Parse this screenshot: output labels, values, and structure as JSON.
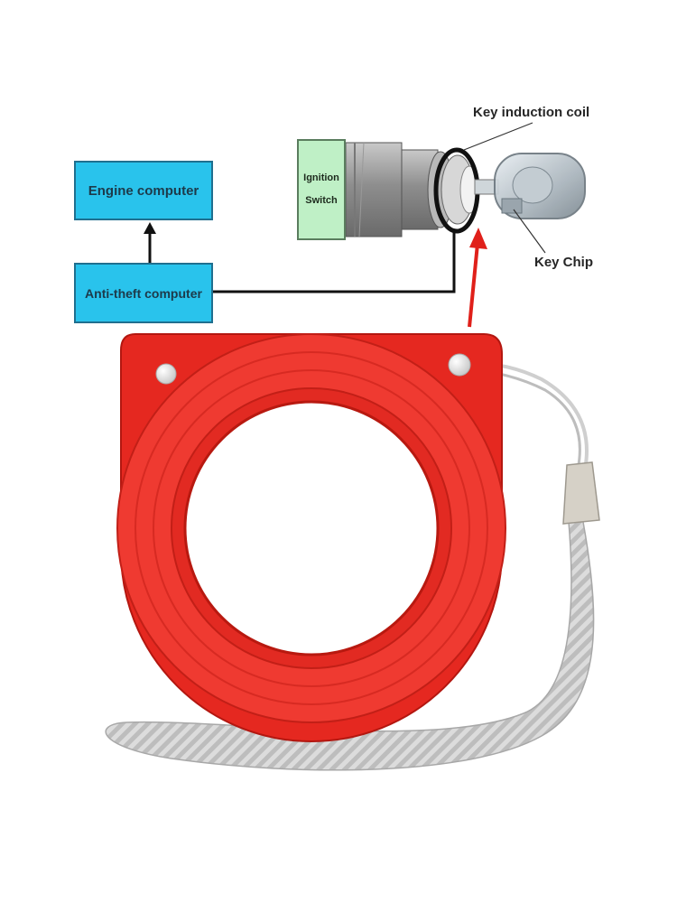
{
  "diagram": {
    "engine_label": "Engine computer",
    "antitheft_label": "Anti-theft computer",
    "ignition_line1": "Ignition",
    "ignition_line2": "Switch",
    "coil_label": "Key induction coil",
    "chip_label": "Key Chip"
  },
  "colors": {
    "computer_box": "#29c3ec",
    "ignition_box": "#bff0c6",
    "ring": "#e52820",
    "arrow": "#e0201a",
    "lanyard": "#d8d8d8"
  },
  "icons": [
    "key-icon",
    "ignition-cylinder-icon",
    "coil-ring-icon",
    "lanyard-icon"
  ]
}
